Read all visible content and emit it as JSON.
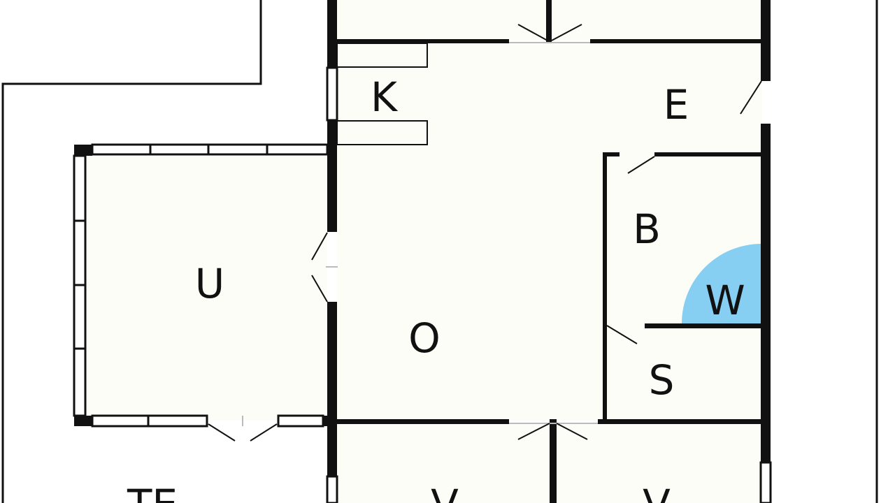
{
  "colors": {
    "wall": "#111111",
    "floor": "#fdfdf8",
    "background": "#ffffff",
    "wet_area": "#86cff2",
    "window_frame": "#111111",
    "window_glass": "#ffffff"
  },
  "rooms": {
    "k": "K",
    "e": "E",
    "b": "B",
    "w": "W",
    "u": "U",
    "o": "O",
    "s": "S",
    "v1": "V",
    "v2": "V",
    "te": "TE"
  }
}
